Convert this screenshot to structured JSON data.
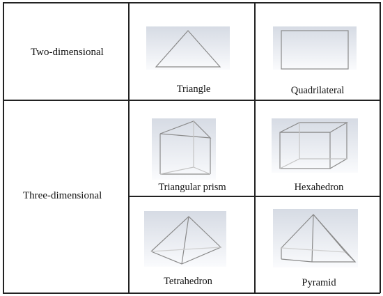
{
  "rows": [
    {
      "label": "Two-dimensional"
    },
    {
      "label": "Three-dimensional"
    }
  ],
  "shapes": [
    {
      "name": "Triangle",
      "icon": "triangle-icon"
    },
    {
      "name": "Quadrilateral",
      "icon": "rectangle-icon"
    },
    {
      "name": "Triangular prism",
      "icon": "triangular-prism-icon"
    },
    {
      "name": "Hexahedron",
      "icon": "cuboid-icon"
    },
    {
      "name": "Tetrahedron",
      "icon": "tetrahedron-icon"
    },
    {
      "name": "Pyramid",
      "icon": "pyramid-icon"
    }
  ],
  "colors": {
    "line": "#222222",
    "shape_stroke": "#8a8a8a",
    "image_bg_top": "#d6dbe4",
    "image_bg_bottom": "#fafbfd"
  }
}
